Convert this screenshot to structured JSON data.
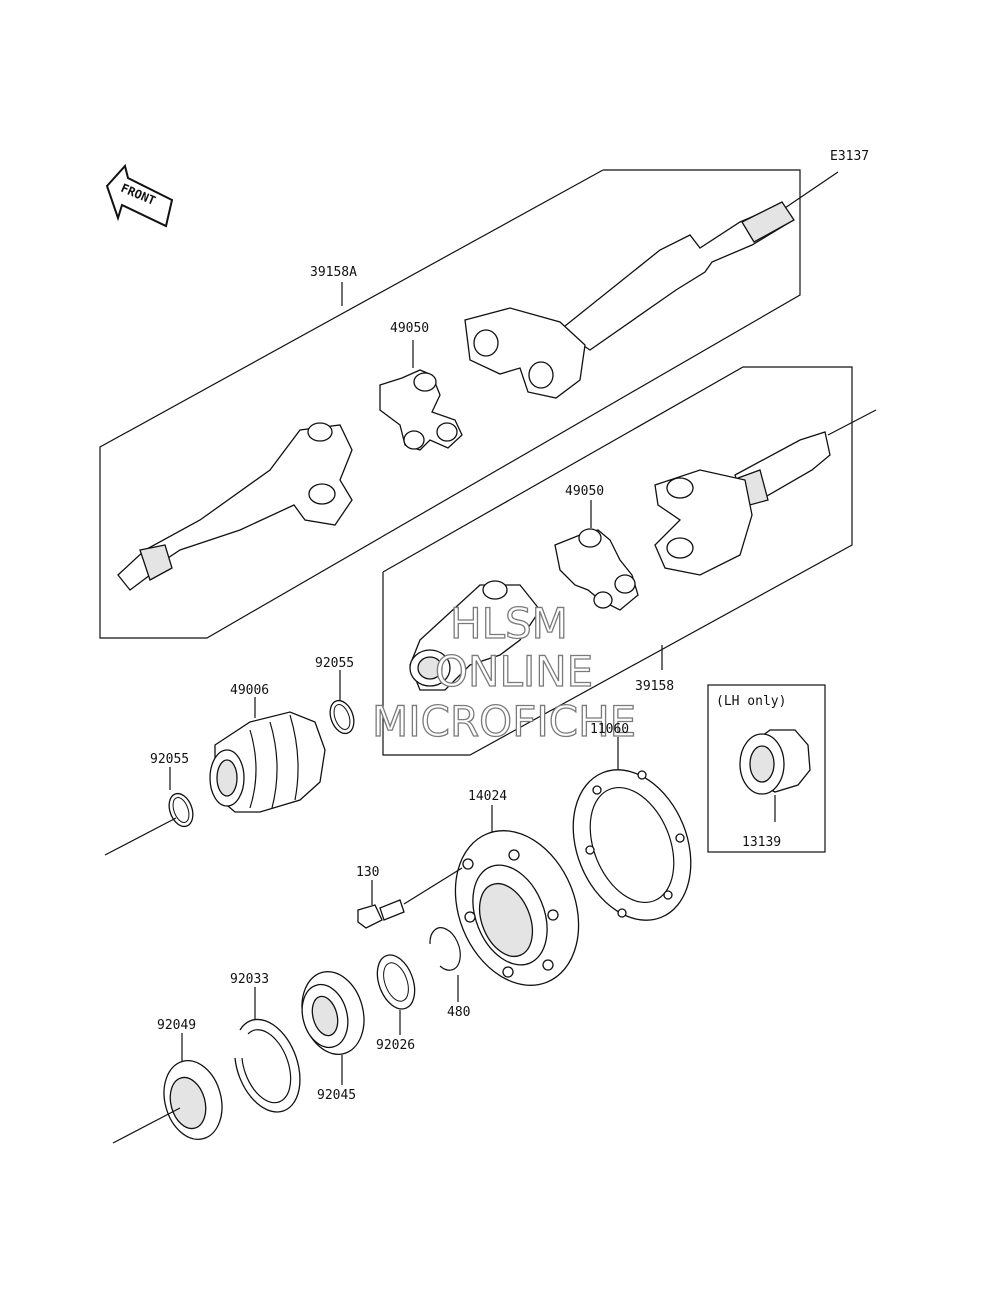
{
  "diagram_code": "E3137",
  "front_label": "FRONT",
  "lh_only_label": "(LH only)",
  "watermark": [
    "HLSM",
    "ONLINE",
    "MICROFICHE"
  ],
  "parts": {
    "shaft_assembly_a": "39158A",
    "universal_joint_upper": "49050",
    "universal_joint_lower": "49050",
    "shaft_assembly": "39158",
    "o_ring_right": "92055",
    "boot": "49006",
    "o_ring_left": "92055",
    "gasket": "11060",
    "housing": "14024",
    "bolt": "130",
    "hub_13139": "13139",
    "snap_ring_480": "480",
    "shim": "92026",
    "circlip": "92033",
    "bearing": "92045",
    "oil_seal": "92049"
  }
}
